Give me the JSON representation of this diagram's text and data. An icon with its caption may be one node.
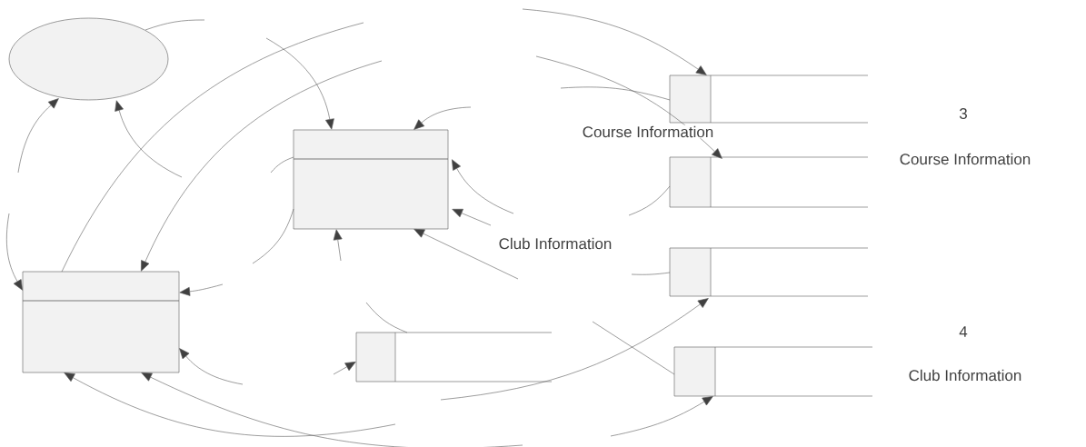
{
  "diagram": {
    "nodes": [
      {
        "text": [],
        "shape": "ellipse"
      },
      {
        "text": [],
        "shape": "box"
      },
      {
        "text": [],
        "shape": "box"
      },
      {
        "text": [],
        "shape": "store"
      },
      {
        "text": [],
        "shape": "store"
      },
      {
        "text": [],
        "shape": "store"
      },
      {
        "text": [],
        "shape": "store"
      },
      {
        "text": [],
        "shape": "store"
      }
    ],
    "edges": [
      {
        "from": null,
        "to": 0,
        "arrow": "to"
      },
      {
        "from": null,
        "to": 0,
        "arrow": "to"
      },
      {
        "from": 0,
        "to": null,
        "arrow": "none"
      },
      {
        "from": null,
        "to": 1,
        "arrow": "to"
      },
      {
        "from": null,
        "to": 1,
        "arrow": "to"
      },
      {
        "from": null,
        "to": 1,
        "arrow": "to"
      },
      {
        "from": null,
        "to": 1,
        "arrow": "to"
      },
      {
        "from": null,
        "to": 1,
        "arrow": "to"
      },
      {
        "from": null,
        "to": 1,
        "arrow": "to"
      },
      {
        "from": 1,
        "to": null,
        "arrow": "none"
      },
      {
        "from": 1,
        "to": null,
        "arrow": "none"
      },
      {
        "from": 2,
        "to": null,
        "arrow": "none"
      },
      {
        "from": null,
        "to": 2,
        "arrow": "to"
      },
      {
        "from": null,
        "to": 2,
        "arrow": "to"
      },
      {
        "from": null,
        "to": 2,
        "arrow": "to"
      },
      {
        "from": null,
        "to": 2,
        "arrow": "to"
      },
      {
        "from": null,
        "to": 2,
        "arrow": "to"
      },
      {
        "from": null,
        "to": 2,
        "arrow": "to"
      },
      {
        "from": null,
        "to": 3,
        "arrow": "to"
      },
      {
        "from": null,
        "to": 3,
        "arrow": "none"
      },
      {
        "from": null,
        "to": 4,
        "arrow": "to"
      },
      {
        "from": 4,
        "to": null,
        "arrow": "none"
      },
      {
        "from": 5,
        "to": null,
        "arrow": "none"
      },
      {
        "from": null,
        "to": 5,
        "arrow": "to"
      },
      {
        "from": null,
        "to": 6,
        "arrow": "to"
      },
      {
        "from": 6,
        "to": null,
        "arrow": "none"
      },
      {
        "from": 7,
        "to": null,
        "arrow": "none"
      },
      {
        "from": null,
        "to": 7,
        "arrow": "to"
      }
    ],
    "labels": [
      "Course Information",
      "3",
      "Course Information",
      "Club Information",
      "4",
      "Club Information"
    ]
  }
}
